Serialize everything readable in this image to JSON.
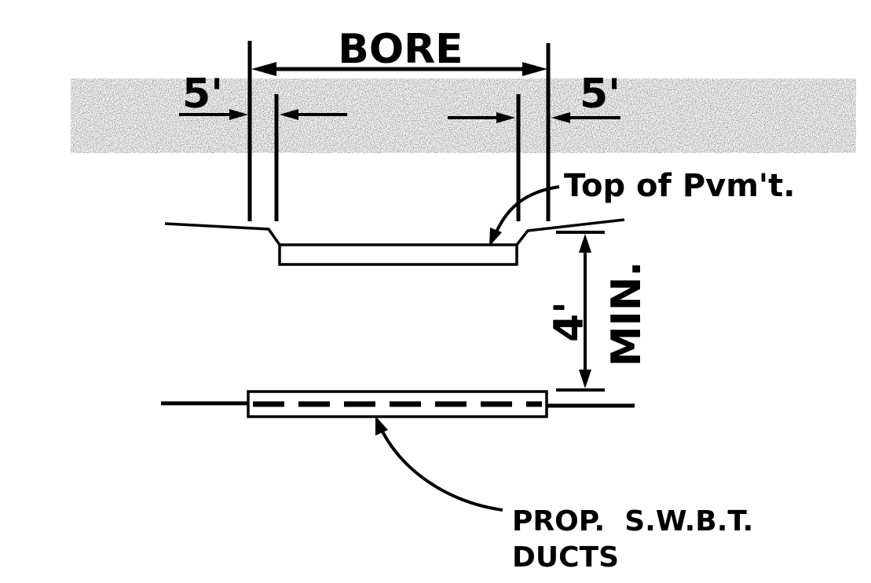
{
  "labels": {
    "bore": "BORE",
    "left_offset": "5'",
    "right_offset": "5'",
    "pavement_top": "Top of Pvm't.",
    "depth": "4'",
    "depth_qualifier": "MIN.",
    "ducts_line1": "PROP.  S.W.B.T.",
    "ducts_line2": "DUCTS"
  }
}
